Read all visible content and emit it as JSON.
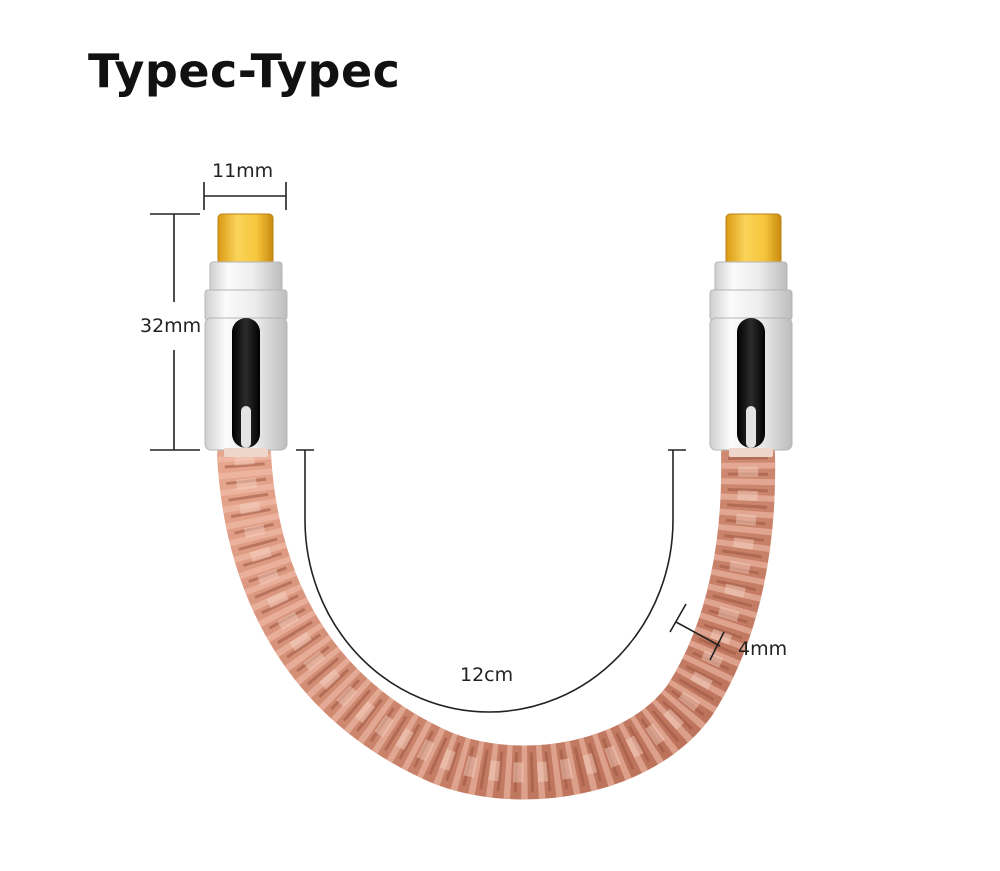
{
  "title": "Typec-Typec",
  "dimensions": {
    "plug_width": "11mm",
    "plug_height": "32mm",
    "cable_length": "12cm",
    "cable_diameter": "4mm"
  },
  "colors": {
    "gold": "#f2c23a",
    "silver": "#e6e6e6",
    "copper": "#d88d72",
    "stripe": "#151515"
  }
}
